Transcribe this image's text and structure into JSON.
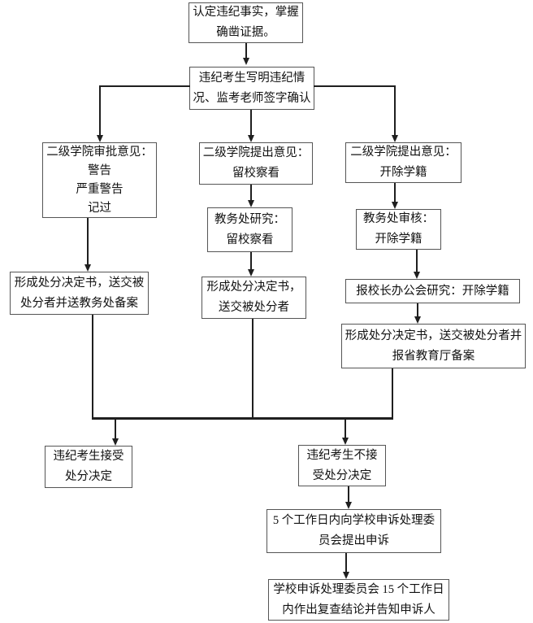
{
  "diagram": {
    "type": "flowchart",
    "language": "zh-CN",
    "topic": "考试违纪处分流程",
    "colors": {
      "background": "#ffffff",
      "box_border": "#555555",
      "line": "#1f1f1f",
      "text": "#111111"
    },
    "nodes": {
      "determine_facts": {
        "text": "认定违纪事实，掌握\n确凿证据。"
      },
      "student_statement": {
        "text": "违纪考生写明违纪情\n况、监考老师签字确认"
      },
      "college_approval_warning": {
        "text": "二级学院审批意见：\n警告\n严重警告\n记过"
      },
      "college_proposal_probation": {
        "text": "二级学院提出意见：\n留校察看"
      },
      "college_proposal_expulsion": {
        "text": "二级学院提出意见：\n开除学籍"
      },
      "academic_office_study_probation": {
        "text": "教务处研究：\n留校察看"
      },
      "academic_office_review_expulsion": {
        "text": "教务处审核：\n开除学籍"
      },
      "decision_letter_warning": {
        "text": "形成处分决定书，送交被\n处分者并送教务处备案"
      },
      "decision_letter_probation": {
        "text": "形成处分决定书，\n送交被处分者"
      },
      "president_meeting_expulsion": {
        "text": "报校长办公会研究：开除学籍"
      },
      "decision_letter_expulsion": {
        "text": "形成处分决定书，送交被处分者并\n报省教育厅备案"
      },
      "accept_decision": {
        "text": "违纪考生接受\n处分决定"
      },
      "reject_decision": {
        "text": "违纪考生不接\n受处分决定"
      },
      "appeal_within_5_days": {
        "text": "5 个工作日内向学校申诉处理委\n员会提出申诉"
      },
      "appeal_review_15_days": {
        "text": "学校申诉处理委员会 15 个工作日\n内作出复查结论并告知申诉人"
      }
    }
  }
}
